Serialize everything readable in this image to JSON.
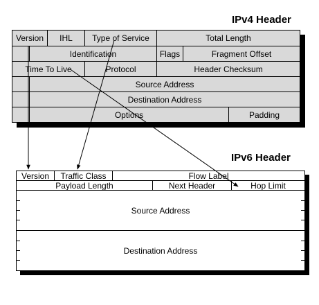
{
  "ipv4": {
    "title": "IPv4 Header",
    "rows": [
      [
        "Version",
        "IHL",
        "Type of Service",
        "Total Length"
      ],
      [
        "Identification",
        "Flags",
        "Fragment Offset"
      ],
      [
        "Time To Live",
        "Protocol",
        "Header Checksum"
      ],
      [
        "Source Address"
      ],
      [
        "Destination Address"
      ],
      [
        "Options",
        "Padding"
      ]
    ]
  },
  "ipv6": {
    "title": "IPv6 Header",
    "rows": [
      [
        "Version",
        "Traffic Class",
        "Flow Label"
      ],
      [
        "Payload Length",
        "Next Header",
        "Hop Limit"
      ],
      [
        "Source Address"
      ],
      [
        "Destination Address"
      ]
    ]
  },
  "colors": {
    "ipv4_fill": "#d9d9d9",
    "ipv6_fill": "#ffffff",
    "shadow": "#000000",
    "line": "#000000"
  }
}
